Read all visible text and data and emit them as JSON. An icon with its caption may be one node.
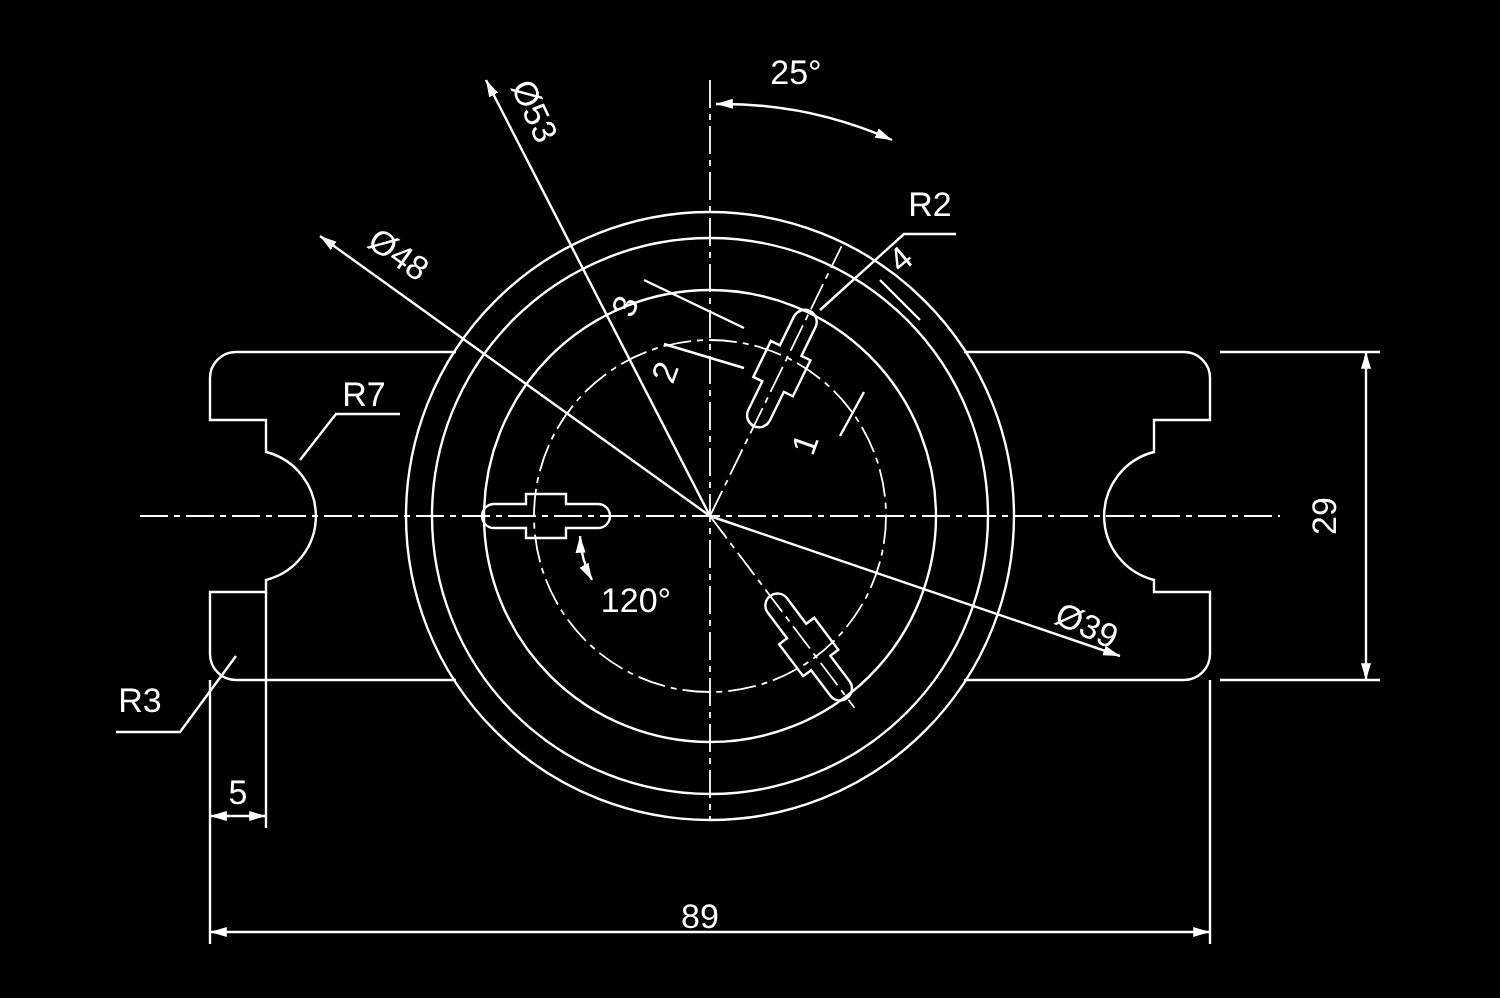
{
  "diagram": {
    "labels": [
      "Ø53",
      "25°",
      "R2",
      "Ø48",
      "4",
      "3",
      "2",
      "1",
      "R7",
      "29",
      "120°",
      "Ø39",
      "R3",
      "5",
      "89"
    ]
  }
}
